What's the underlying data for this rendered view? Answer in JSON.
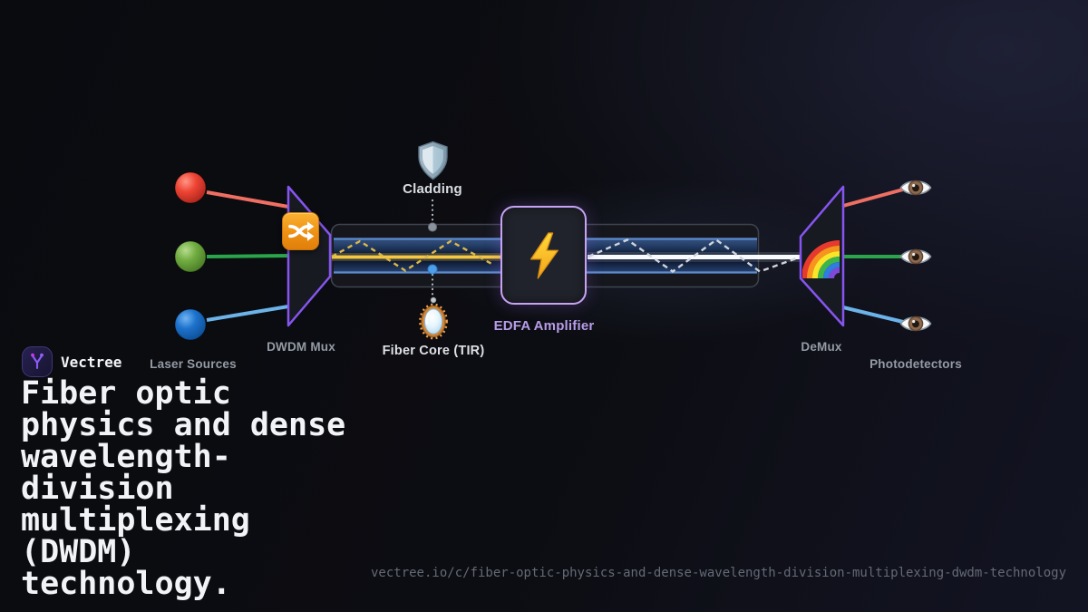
{
  "brand": {
    "name": "Vectree",
    "logo_icon": "vectree-branch-icon"
  },
  "title": "Fiber optic\nphysics and dense\nwavelength-\ndivision\nmultiplexing\n(DWDM)\ntechnology.",
  "footer": {
    "url": "vectree.io/c/fiber-optic-physics-and-dense-wavelength-division-multiplexing-dwdm-technology"
  },
  "diagram": {
    "laser_sources": {
      "label": "Laser Sources",
      "channels": [
        "red",
        "green",
        "blue"
      ]
    },
    "dwdm_mux": {
      "label": "DWDM Mux",
      "icon": "shuffle-icon"
    },
    "cladding": {
      "label": "Cladding",
      "icon": "shield-icon"
    },
    "fiber_core": {
      "label": "Fiber Core (TIR)",
      "icon": "mirror-icon"
    },
    "edfa": {
      "label": "EDFA Amplifier",
      "icon": "lightning-bolt-icon"
    },
    "demux": {
      "label": "DeMux",
      "icon": "rainbow-icon"
    },
    "photodetectors": {
      "label": "Photodetectors",
      "icon": "eye-icon"
    },
    "colors": {
      "channel_red": "#ee4434",
      "channel_green": "#71ad41",
      "channel_blue": "#1d72cc",
      "line_red": "#ef6f63",
      "line_green": "#2aa54b",
      "line_blue": "#6cb3ea",
      "multiplexed_signal_yellow": "#f4c844",
      "amplified_signal_white": "#f8fafc",
      "prism_border_purple": "#8655f0",
      "edfa_border_purple": "#c7a3f3",
      "core_border_blue": "#5f8cd0",
      "cladding_dot_gray": "#8b939e",
      "core_dot_blue": "#4e9ee9"
    }
  }
}
